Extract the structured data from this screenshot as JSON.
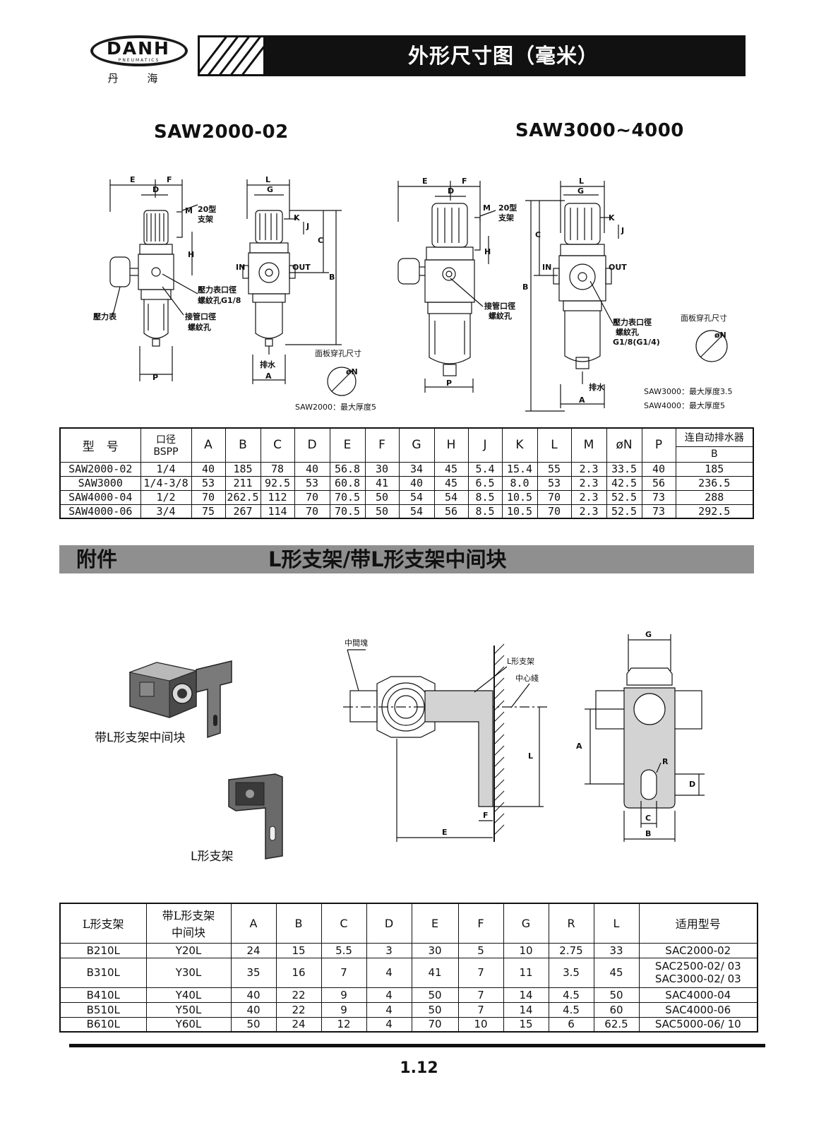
{
  "brand": {
    "logo_text": "DANH",
    "logo_sub": "PNEUMATICS",
    "logo_cn": "丹 海"
  },
  "header": {
    "title": "外形尺寸图（毫米）"
  },
  "models": {
    "left": "SAW2000-02",
    "right": "SAW3000~4000"
  },
  "drawing_labels": {
    "E": "E",
    "F": "F",
    "D": "D",
    "M": "M",
    "H": "H",
    "L": "L",
    "G": "G",
    "K": "K",
    "J": "J",
    "C": "C",
    "B": "B",
    "A": "A",
    "P": "P",
    "N": "øN",
    "IN": "IN",
    "OUT": "OUT",
    "bracket": "20型",
    "bracket2": "支架",
    "gauge": "壓力表",
    "gauge_port": "壓力表口徑",
    "gauge_thread_left": "螺紋孔G1/8",
    "gauge_thread_right_1": "螺紋孔",
    "gauge_thread_right_2": "G1/8(G1/4)",
    "pipe_port": "接管口徑",
    "pipe_thread": "螺紋孔",
    "drain": "排水",
    "panel_hole": "面板穿孔尺寸",
    "saw2000_note": "SAW2000：最大厚度5",
    "saw3000_note": "SAW3000：最大厚度3.5",
    "saw4000_note": "SAW4000：最大厚度5"
  },
  "table1": {
    "headers": [
      "型　号",
      "口径",
      "BSPP",
      "A",
      "B",
      "C",
      "D",
      "E",
      "F",
      "G",
      "H",
      "J",
      "K",
      "L",
      "M",
      "øN",
      "P",
      "连自动排水器",
      "B"
    ],
    "rows": [
      [
        "SAW2000-02",
        "1/4",
        "40",
        "185",
        "78",
        "40",
        "56.8",
        "30",
        "34",
        "45",
        "5.4",
        "15.4",
        "55",
        "2.3",
        "33.5",
        "40",
        "185"
      ],
      [
        "SAW3000",
        "1/4-3/8",
        "53",
        "211",
        "92.5",
        "53",
        "60.8",
        "41",
        "40",
        "45",
        "6.5",
        "8.0",
        "53",
        "2.3",
        "42.5",
        "56",
        "236.5"
      ],
      [
        "SAW4000-04",
        "1/2",
        "70",
        "262.5",
        "112",
        "70",
        "70.5",
        "50",
        "54",
        "54",
        "8.5",
        "10.5",
        "70",
        "2.3",
        "52.5",
        "73",
        "288"
      ],
      [
        "SAW4000-06",
        "3/4",
        "75",
        "267",
        "114",
        "70",
        "70.5",
        "50",
        "54",
        "56",
        "8.5",
        "10.5",
        "70",
        "2.3",
        "52.5",
        "73",
        "292.5"
      ]
    ]
  },
  "section": {
    "left": "附件",
    "right": "L形支架/带L形支架中间块"
  },
  "photos": {
    "cap1": "带L形支架中间块",
    "cap2": "L形支架"
  },
  "bracket_labels": {
    "middle_block": "中間塊",
    "l_bracket": "L形支架",
    "center_line": "中心綫",
    "L": "L",
    "E": "E",
    "F": "F",
    "G": "G",
    "A": "A",
    "R": "R",
    "D": "D",
    "C": "C",
    "B": "B"
  },
  "table2": {
    "headers": [
      "L形支架",
      "带L形支架",
      "中间块",
      "A",
      "B",
      "C",
      "D",
      "E",
      "F",
      "G",
      "R",
      "L",
      "适用型号"
    ],
    "rows": [
      [
        "B210L",
        "Y20L",
        "24",
        "15",
        "5.5",
        "3",
        "30",
        "5",
        "10",
        "2.75",
        "33",
        "SAC2000-02",
        ""
      ],
      [
        "B310L",
        "Y30L",
        "35",
        "16",
        "7",
        "4",
        "41",
        "7",
        "11",
        "3.5",
        "45",
        "SAC2500-02/ 03",
        "SAC3000-02/ 03"
      ],
      [
        "B410L",
        "Y40L",
        "40",
        "22",
        "9",
        "4",
        "50",
        "7",
        "14",
        "4.5",
        "50",
        "SAC4000-04",
        ""
      ],
      [
        "B510L",
        "Y50L",
        "40",
        "22",
        "9",
        "4",
        "50",
        "7",
        "14",
        "4.5",
        "60",
        "SAC4000-06",
        ""
      ],
      [
        "B610L",
        "Y60L",
        "50",
        "24",
        "12",
        "4",
        "70",
        "10",
        "15",
        "6",
        "62.5",
        "SAC5000-06/ 10",
        ""
      ]
    ]
  },
  "footer": {
    "page": "1.12"
  }
}
